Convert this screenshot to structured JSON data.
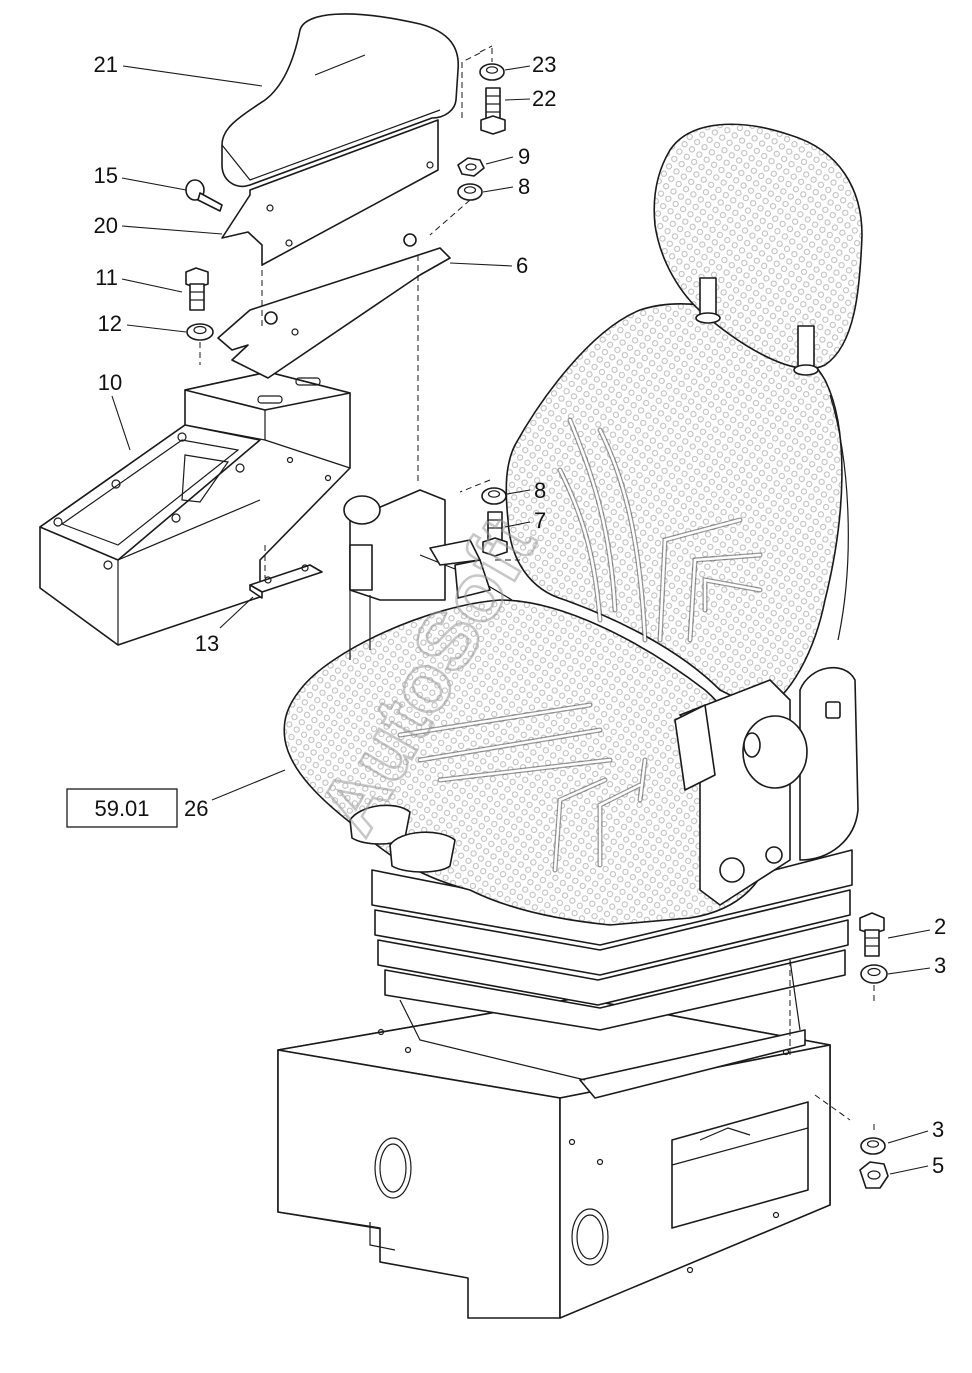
{
  "diagram": {
    "reference_box": "59.01",
    "watermark": "AutoSoft",
    "callouts": [
      {
        "id": "c21",
        "label": "21"
      },
      {
        "id": "c23",
        "label": "23"
      },
      {
        "id": "c22",
        "label": "22"
      },
      {
        "id": "c9",
        "label": "9"
      },
      {
        "id": "c15",
        "label": "15"
      },
      {
        "id": "c8a",
        "label": "8"
      },
      {
        "id": "c20",
        "label": "20"
      },
      {
        "id": "c6",
        "label": "6"
      },
      {
        "id": "c11",
        "label": "11"
      },
      {
        "id": "c12",
        "label": "12"
      },
      {
        "id": "c10",
        "label": "10"
      },
      {
        "id": "c8b",
        "label": "8"
      },
      {
        "id": "c7",
        "label": "7"
      },
      {
        "id": "c13",
        "label": "13"
      },
      {
        "id": "c26",
        "label": "26"
      },
      {
        "id": "c2",
        "label": "2"
      },
      {
        "id": "c3a",
        "label": "3"
      },
      {
        "id": "c3b",
        "label": "3"
      },
      {
        "id": "c5",
        "label": "5"
      }
    ]
  }
}
